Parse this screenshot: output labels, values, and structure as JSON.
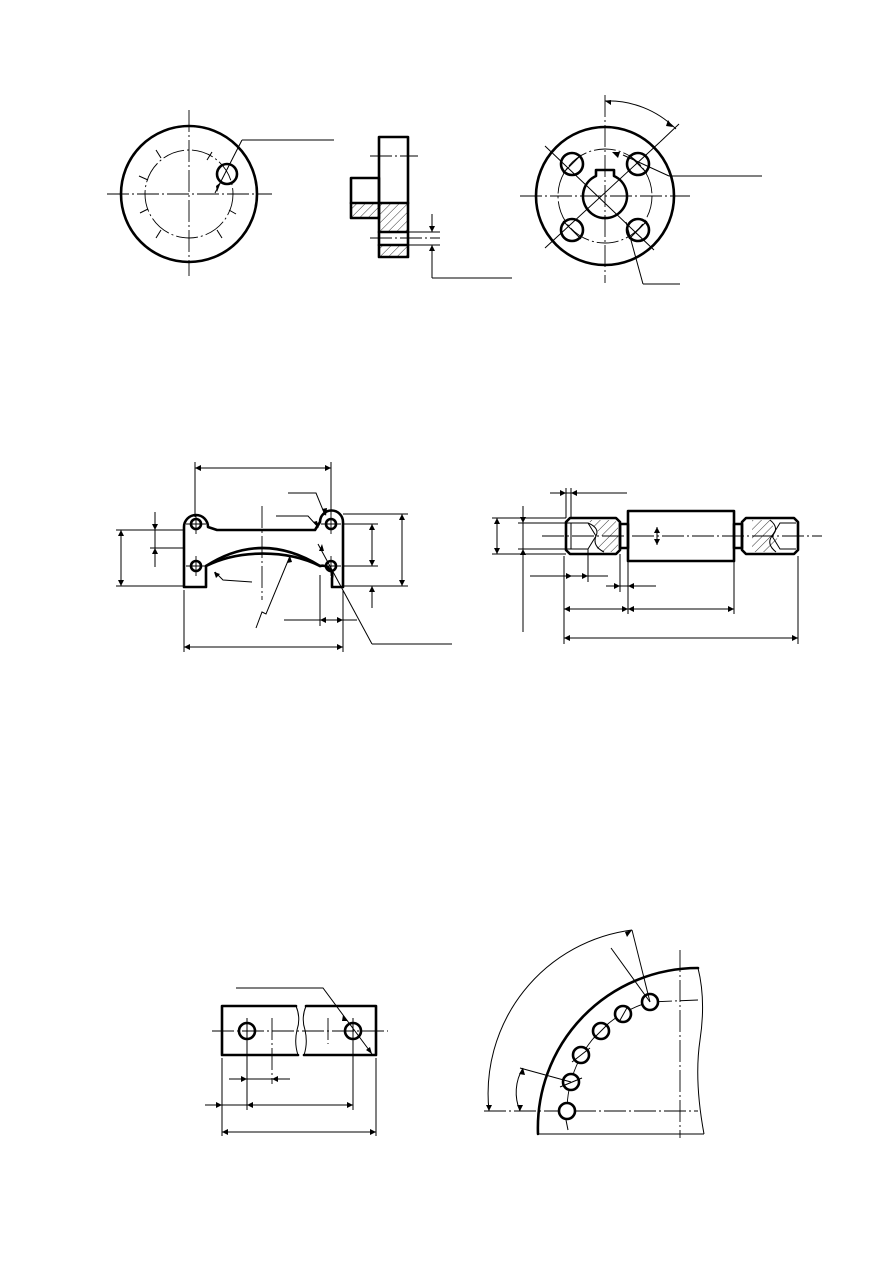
{
  "drawing": {
    "views": [
      {
        "id": "round-flange-front"
      },
      {
        "id": "stepped-flange-section"
      },
      {
        "id": "keyed-flange-four-holes"
      },
      {
        "id": "bracket-plate"
      },
      {
        "id": "threaded-shaft-section"
      },
      {
        "id": "slotted-bar-two-holes"
      },
      {
        "id": "circular-hole-arc-sector"
      }
    ]
  }
}
